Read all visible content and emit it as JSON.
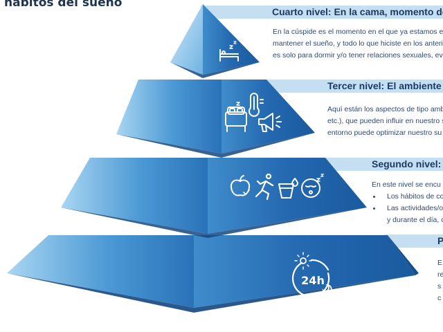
{
  "page": {
    "title": "hábitos del sueño"
  },
  "levels": [
    {
      "heading": "Cuarto nivel: En la cama, momento de d",
      "text": [
        "En la cúspide es el momento en el que ya estamos e",
        "mantener el sueño, y todo lo que hiciste en los anteri",
        "es solo para dormir y/o tener relaciones sexuales, evi"
      ],
      "icons": [
        "bed-sleeping-icon"
      ]
    },
    {
      "heading": "Tercer nivel: El ambiente ó",
      "text": [
        "Aquí están los aspectos de tipo amb",
        "etc.), que pueden influir en nuestro s",
        "entorno puede optimizar nuestro su"
      ],
      "icons": [
        "bed-icon",
        "thermometer-icon",
        "noise-speaker-icon"
      ]
    },
    {
      "heading": "Segundo nivel: H",
      "intro": "En este nivel se encu",
      "bullets": [
        "Los hábitos de co",
        "Las actividades/o"
      ],
      "bullet_continuation": "y durante el día, c",
      "icons": [
        "apple-icon",
        "running-icon",
        "water-glass-icon",
        "sleepy-face-icon"
      ]
    },
    {
      "heading": "P",
      "text": [
        "E",
        "re",
        "s",
        "c"
      ],
      "icons": [
        "clock-24h-icon"
      ],
      "clock_label": "24h"
    }
  ],
  "colors": {
    "band": "#c5dff2",
    "heading": "#1b3a63",
    "pyramid_dark": "#1d5fa6",
    "pyramid_light": "#4a98d4",
    "pyramid_pale": "#8cc5ea"
  }
}
